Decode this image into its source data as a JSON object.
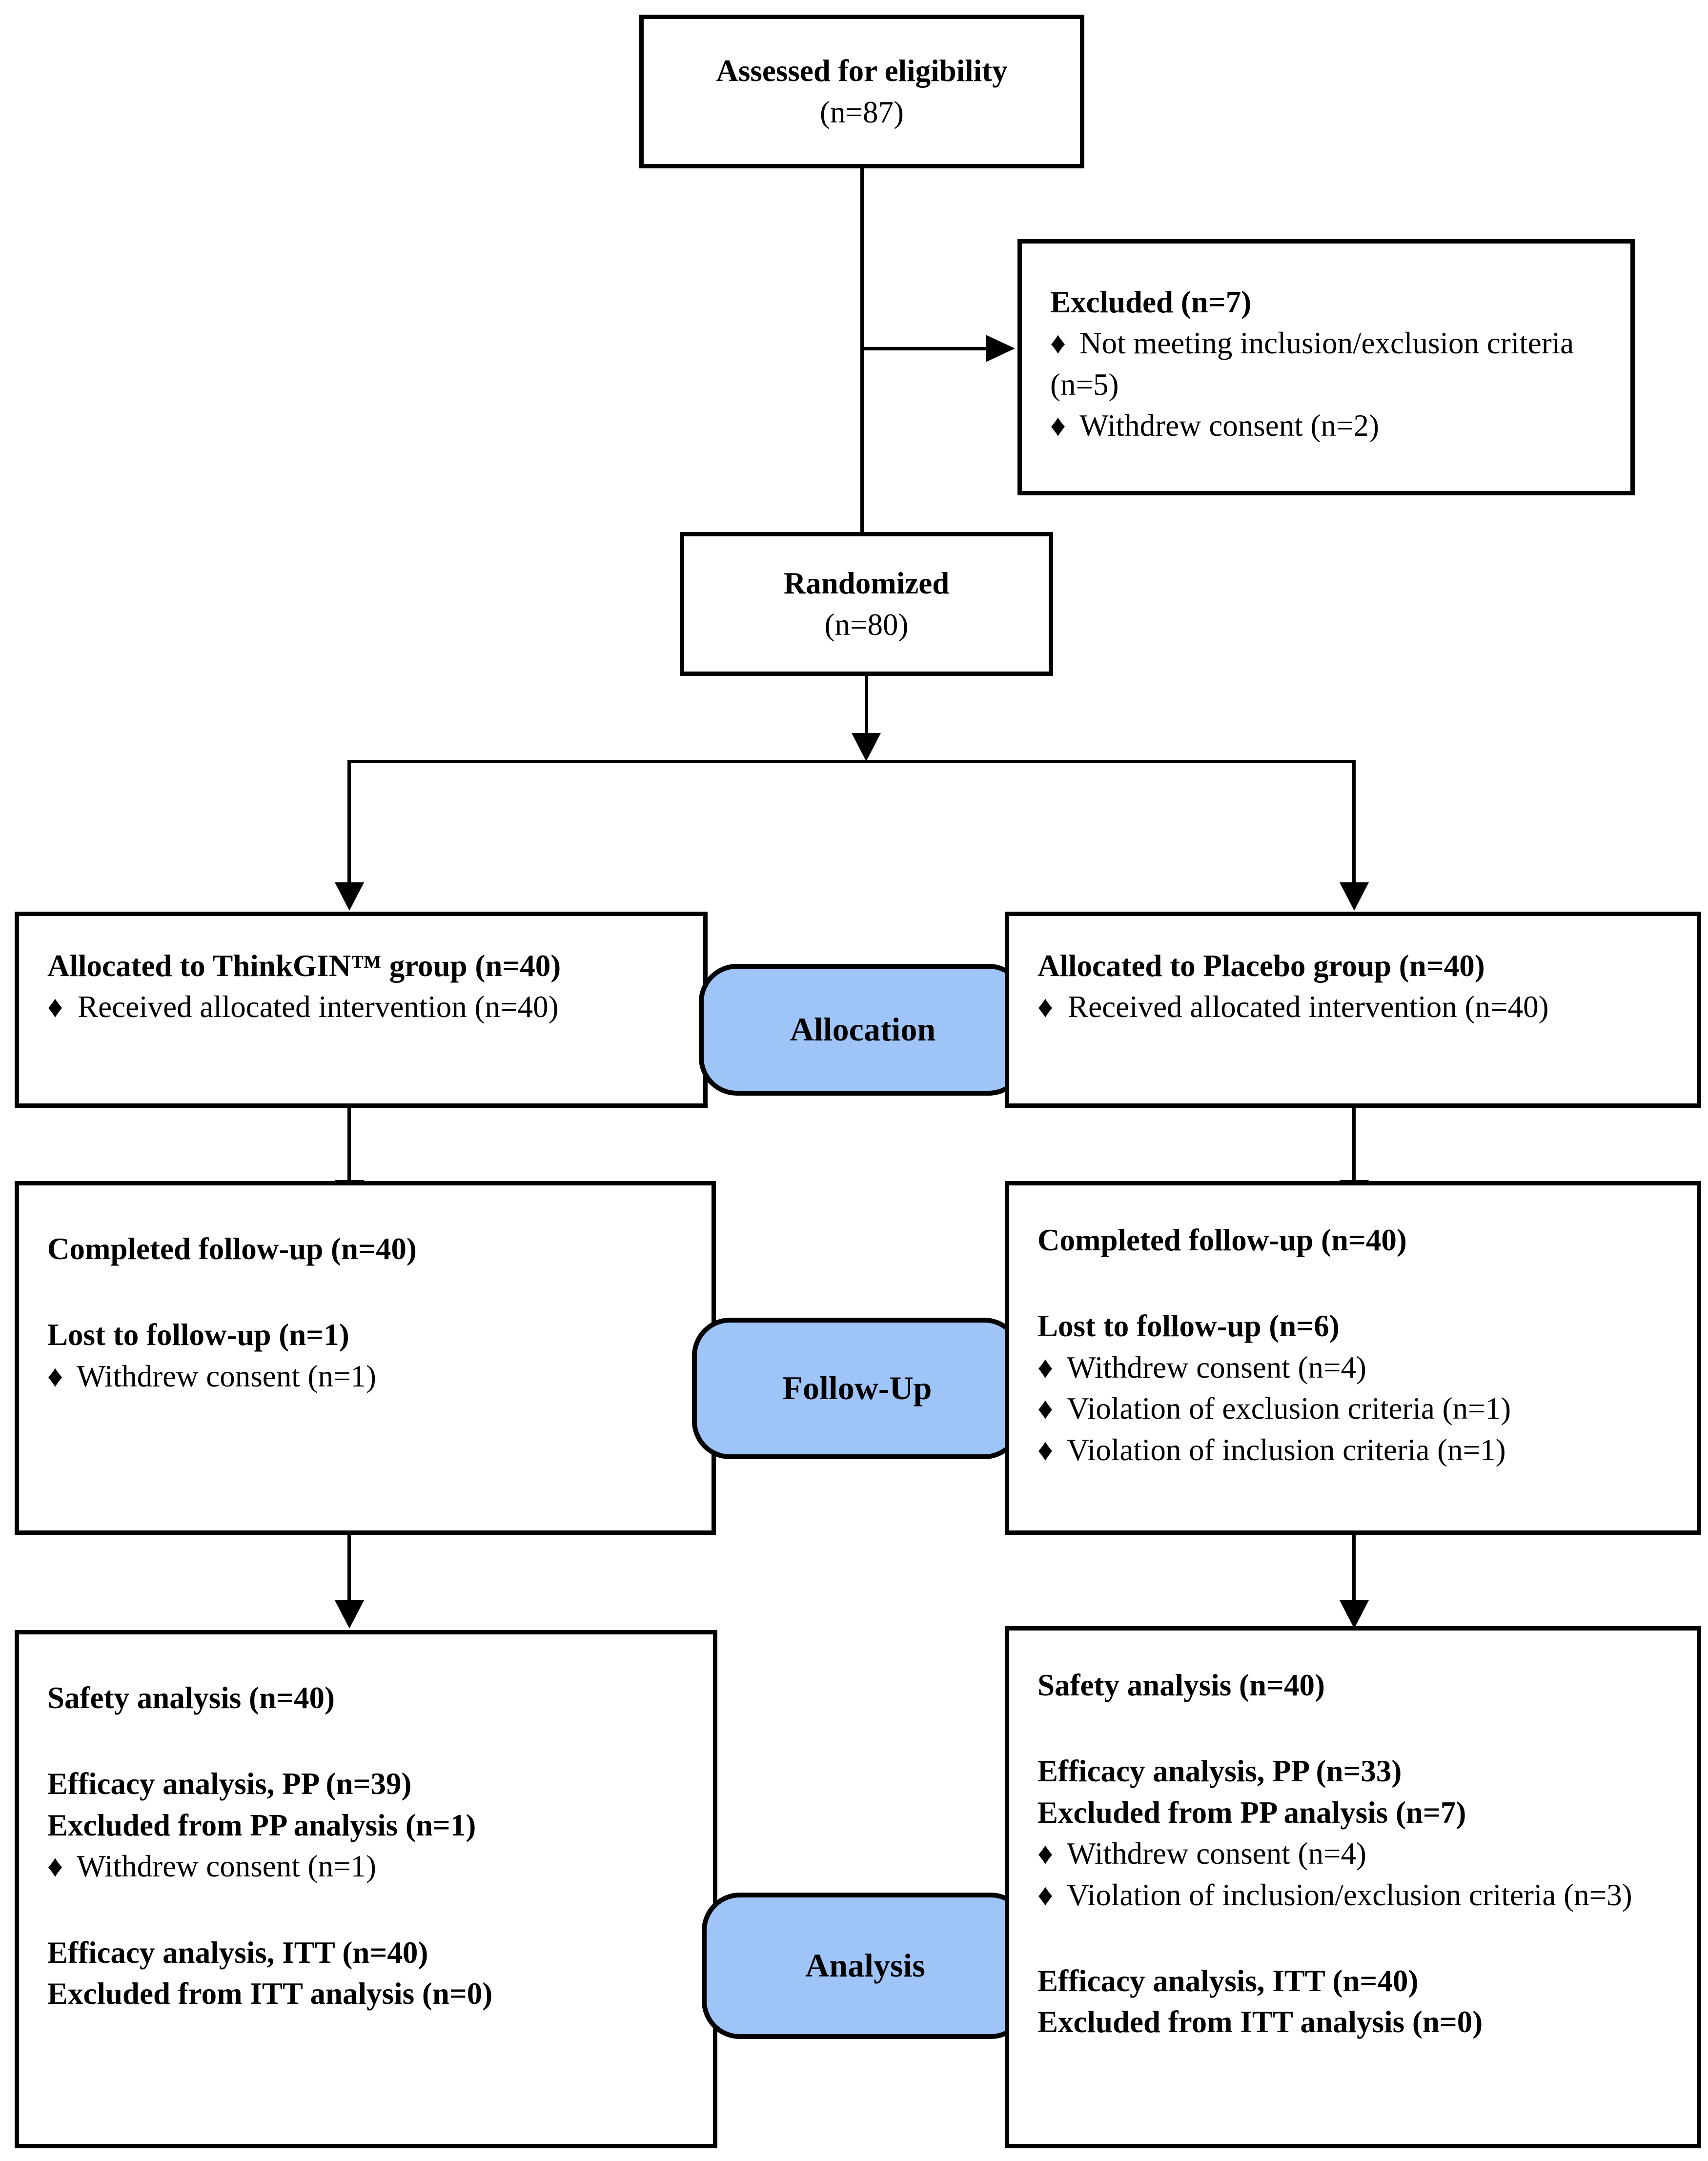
{
  "flow": {
    "bullet": "♦",
    "accent_blue": "#9FC5F8",
    "stage_labels": {
      "allocation": "Allocation",
      "follow_up": "Follow-Up",
      "analysis": "Analysis"
    },
    "assessed": {
      "title": "Assessed for eligibility",
      "count": "(n=87)"
    },
    "excluded": {
      "title": "Excluded (n=7)",
      "items": [
        "Not meeting inclusion/exclusion criteria (n=5)",
        "Withdrew consent (n=2)"
      ]
    },
    "randomized": {
      "title": "Randomized",
      "count": "(n=80)"
    },
    "allocation_left": {
      "title": "Allocated to ThinkGIN™ group (n=40)",
      "items": [
        "Received allocated intervention (n=40)"
      ]
    },
    "allocation_right": {
      "title": "Allocated to Placebo group (n=40)",
      "items": [
        "Received allocated intervention (n=40)"
      ]
    },
    "follow_up_left": {
      "completed": "Completed follow-up (n=40)",
      "lost": "Lost to follow-up (n=1)",
      "items": [
        "Withdrew consent (n=1)"
      ]
    },
    "follow_up_right": {
      "completed": "Completed follow-up (n=40)",
      "lost": "Lost to follow-up (n=6)",
      "items": [
        "Withdrew consent (n=4)",
        "Violation of exclusion criteria (n=1)",
        "Violation of inclusion criteria (n=1)"
      ]
    },
    "analysis_left": {
      "safety": "Safety analysis (n=40)",
      "pp": "Efficacy analysis, PP (n=39)",
      "pp_excluded": "Excluded from PP analysis (n=1)",
      "pp_items": [
        "Withdrew consent (n=1)"
      ],
      "itt": "Efficacy analysis, ITT (n=40)",
      "itt_excluded": "Excluded from ITT analysis (n=0)"
    },
    "analysis_right": {
      "safety": "Safety analysis (n=40)",
      "pp": "Efficacy analysis, PP (n=33)",
      "pp_excluded": "Excluded from PP analysis (n=7)",
      "pp_items": [
        "Withdrew consent (n=4)",
        "Violation of inclusion/exclusion criteria (n=3)"
      ],
      "itt": "Efficacy analysis, ITT (n=40)",
      "itt_excluded": "Excluded from ITT analysis (n=0)"
    }
  }
}
